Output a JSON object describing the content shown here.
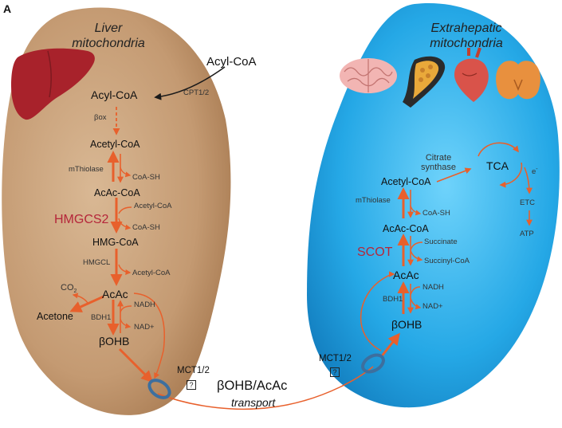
{
  "panel_label": "A",
  "colors": {
    "arrow": "#e8602c",
    "black_arrow": "#1a1a1a",
    "liver_fill": "#c7a07a",
    "extrahepatic_fill": "#2fa7e4",
    "key_enzyme": "#b5263a",
    "transporter": "#3d6f9e"
  },
  "liver": {
    "title_line1": "Liver",
    "title_line2": "mitochondria",
    "acyl_coa": "Acyl-CoA",
    "beta_ox": "βox",
    "acetyl_coa": "Acetyl-CoA",
    "mthiolase": "mThiolase",
    "coa_sh_1": "CoA-SH",
    "acac_coa": "AcAc-CoA",
    "acetyl_coa_in": "Acetyl-CoA",
    "hmgcs2": "HMGCS2",
    "coa_sh_2": "CoA-SH",
    "hmg_coa": "HMG-CoA",
    "hmgcl": "HMGCL",
    "acetyl_coa_out": "Acetyl-CoA",
    "co2_base": "CO",
    "co2_sub": "2",
    "acac": "AcAc",
    "nadh": "NADH",
    "acetone": "Acetone",
    "bdh1": "BDH1",
    "nad_plus": "NAD+",
    "bohb": "βOHB",
    "mct": "MCT1/2",
    "qmark": "?"
  },
  "external_acyl_coa": "Acyl-CoA",
  "cpt": "CPT1/2",
  "transport_line1": "βOHB/AcAc",
  "transport_line2": "transport",
  "extrahepatic": {
    "title_line1": "Extrahepatic",
    "title_line2": "mitochondria",
    "organ_icons": [
      "brain-icon",
      "muscle-icon",
      "heart-icon",
      "kidney-icon"
    ],
    "citrate_line1": "Citrate",
    "citrate_line2": "synthase",
    "tca": "TCA",
    "e_minus": "e",
    "e_sup": "-",
    "etc": "ETC",
    "atp": "ATP",
    "acetyl_coa": "Acetyl-CoA",
    "mthiolase": "mThiolase",
    "coa_sh": "CoA-SH",
    "acac_coa": "AcAc-CoA",
    "succinate": "Succinate",
    "scot": "SCOT",
    "succinyl_coa": "Succinyl-CoA",
    "acac": "AcAc",
    "bdh1": "BDH1",
    "nadh": "NADH",
    "nad_plus": "NAD+",
    "bohb": "βOHB",
    "mct": "MCT1/2",
    "qmark": "?"
  }
}
